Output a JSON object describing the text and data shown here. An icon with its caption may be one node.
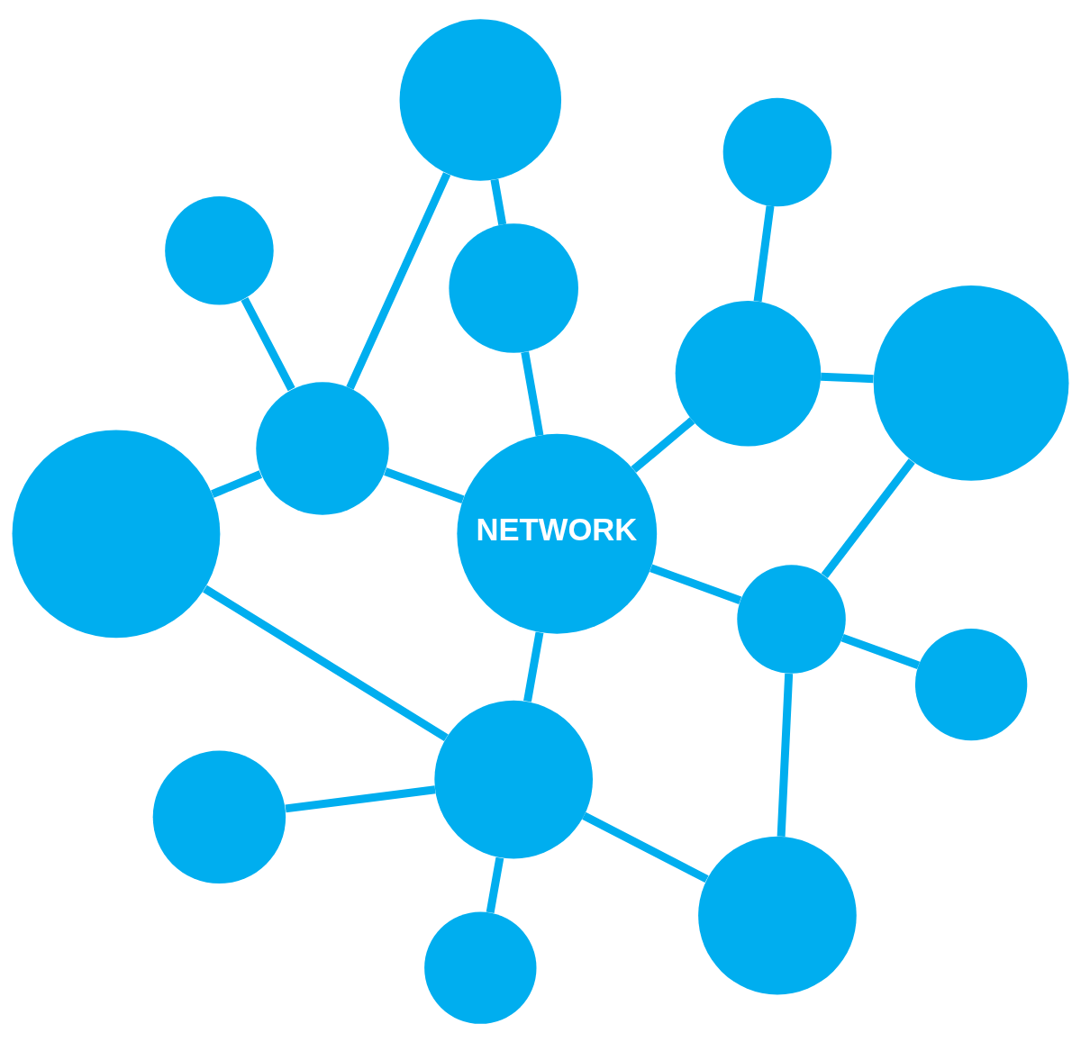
{
  "diagram": {
    "nodes": [
      {
        "text": [],
        "shape": "circle"
      },
      {
        "text": [],
        "shape": "circle"
      },
      {
        "text": [],
        "shape": "circle"
      },
      {
        "text": [],
        "shape": "circle"
      },
      {
        "text": [],
        "shape": "circle"
      },
      {
        "text": [],
        "shape": "circle"
      },
      {
        "text": [],
        "shape": "circle"
      },
      {
        "text": [
          "NETWORK"
        ]
      },
      {
        "text": [],
        "shape": "circle"
      },
      {
        "text": [],
        "shape": "circle"
      },
      {
        "text": [],
        "shape": "circle"
      },
      {
        "text": [],
        "shape": "circle"
      },
      {
        "text": [],
        "shape": "circle"
      },
      {
        "text": [],
        "shape": "circle"
      },
      {
        "text": [],
        "shape": "circle"
      }
    ],
    "edges": [
      {
        "from": 7,
        "to": 4,
        "arrow": "none"
      },
      {
        "from": 7,
        "to": 2,
        "arrow": "none"
      },
      {
        "from": 7,
        "to": 6,
        "arrow": "none"
      },
      {
        "from": 7,
        "to": 11,
        "arrow": "none"
      },
      {
        "from": 7,
        "to": 8,
        "arrow": "none"
      },
      {
        "from": 4,
        "to": 3,
        "arrow": "none"
      },
      {
        "from": 4,
        "to": 0,
        "arrow": "none"
      },
      {
        "from": 2,
        "to": 1,
        "arrow": "none"
      },
      {
        "from": 6,
        "to": 5,
        "arrow": "none"
      },
      {
        "from": 6,
        "to": 10,
        "arrow": "none"
      },
      {
        "from": 11,
        "to": 13,
        "arrow": "none"
      },
      {
        "from": 11,
        "to": 14,
        "arrow": "none"
      },
      {
        "from": 11,
        "to": 12,
        "arrow": "none"
      },
      {
        "from": 8,
        "to": 9,
        "arrow": "none"
      },
      {
        "from": 1,
        "to": 6,
        "arrow": "none"
      },
      {
        "from": 3,
        "to": 8,
        "arrow": "none"
      },
      {
        "from": 12,
        "to": 8,
        "arrow": "none"
      },
      {
        "from": 10,
        "to": 11,
        "arrow": "none"
      }
    ]
  }
}
